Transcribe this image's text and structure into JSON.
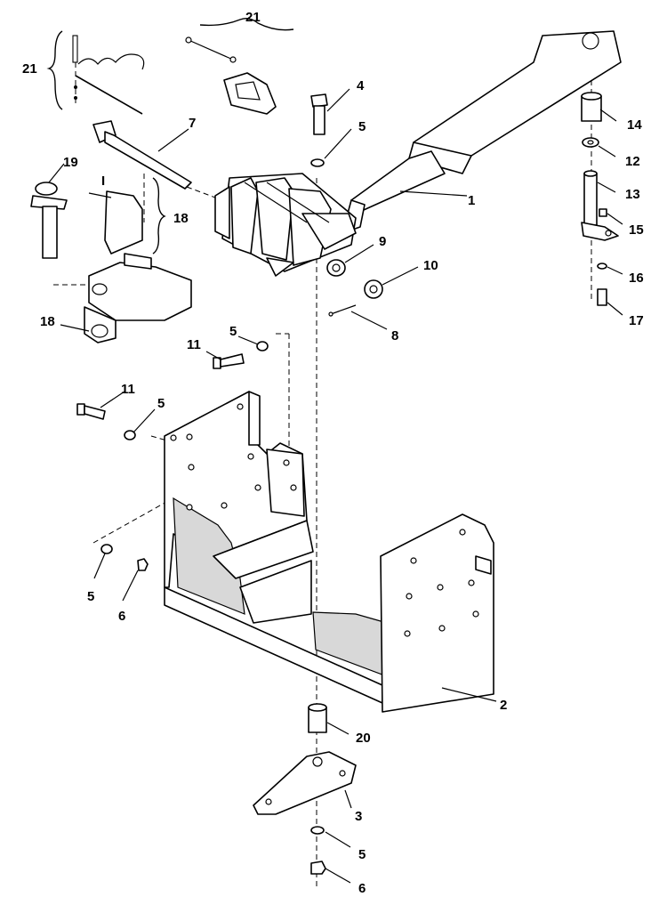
{
  "callouts": {
    "c1": "1",
    "c2": "2",
    "c3": "3",
    "c4": "4",
    "c5a": "5",
    "c5b": "5",
    "c5c": "5",
    "c5d": "5",
    "c5e": "5",
    "c6a": "6",
    "c6b": "6",
    "c7": "7",
    "c8": "8",
    "c9": "9",
    "c10": "10",
    "c11a": "11",
    "c11b": "11",
    "c12": "12",
    "c13": "13",
    "c14": "14",
    "c15": "15",
    "c16": "16",
    "c17": "17",
    "c18a": "18",
    "c18b": "18",
    "c19": "19",
    "c20": "20",
    "c21a": "21",
    "c21b": "21",
    "cI": "I"
  }
}
